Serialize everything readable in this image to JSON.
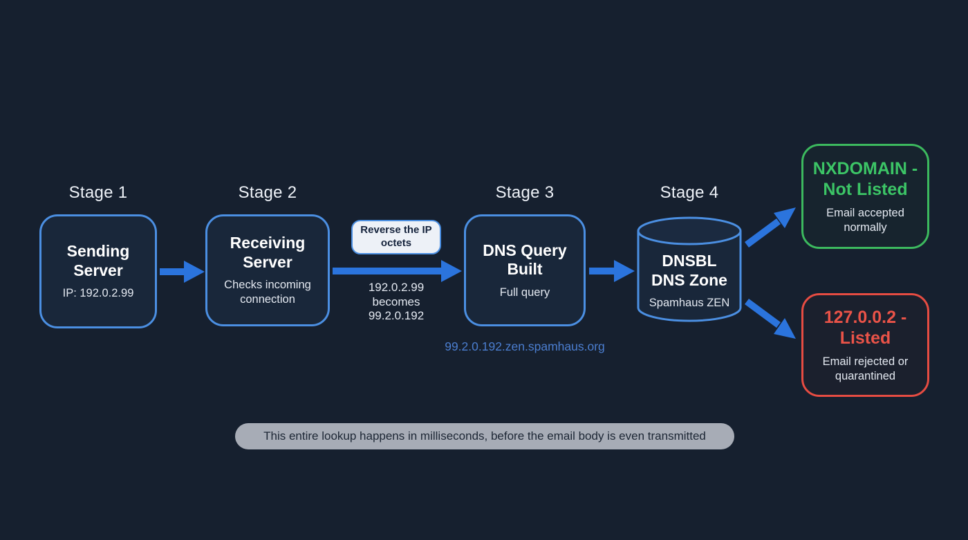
{
  "title": "DNSBL lookup flow diagram",
  "colors": {
    "background": "#16202f",
    "node_border_blue": "#4b8fe2",
    "arrow_blue": "#2b74dd",
    "outcome_green": "#3cc566",
    "outcome_red": "#ea5348",
    "query_link_blue": "#4b7ed0",
    "badge_bg": "#edf1f7",
    "footer_bg": "#a7acb6"
  },
  "stages": [
    {
      "label": "Stage 1",
      "title": "Sending Server",
      "subtitle": "IP: 192.0.2.99"
    },
    {
      "label": "Stage 2",
      "title": "Receiving Server",
      "subtitle": "Checks incoming connection"
    },
    {
      "label": "Stage 3",
      "title": "DNS Query Built",
      "subtitle": "Full query"
    },
    {
      "label": "Stage 4",
      "title": "DNSBL DNS Zone",
      "subtitle": "Spamhaus ZEN"
    }
  ],
  "transform": {
    "badge": "Reverse the IP octets",
    "detail": "192.0.2.99 becomes 99.2.0.192"
  },
  "query_url": "99.2.0.192.zen.spamhaus.org",
  "outcomes": [
    {
      "title": "NXDOMAIN - Not Listed",
      "subtitle": "Email accepted normally"
    },
    {
      "title": "127.0.0.2 - Listed",
      "subtitle": "Email rejected or quarantined"
    }
  ],
  "footer": "This entire lookup happens in milliseconds, before the email body is even transmitted"
}
